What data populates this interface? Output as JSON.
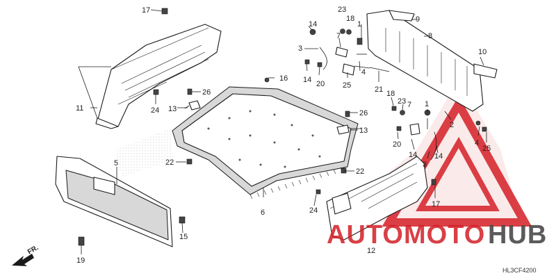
{
  "diagram_code": "HL3CF4200",
  "direction_label": "FR.",
  "watermark": {
    "text_part1": "AUTOMOTO",
    "text_part2": "HUB",
    "colors": {
      "red": "#d31f26",
      "dark": "#4a4a4a",
      "pink": "#f2c7c8"
    }
  },
  "callouts": [
    {
      "id": "c17a",
      "label": "17"
    },
    {
      "id": "c23a",
      "label": "23"
    },
    {
      "id": "c18a",
      "label": "18"
    },
    {
      "id": "c14a",
      "label": "14"
    },
    {
      "id": "c1a",
      "label": "1"
    },
    {
      "id": "c9",
      "label": "9"
    },
    {
      "id": "c7a",
      "label": "7"
    },
    {
      "id": "c3a",
      "label": "3"
    },
    {
      "id": "c8",
      "label": "8"
    },
    {
      "id": "c10",
      "label": "10"
    },
    {
      "id": "c14b",
      "label": "14"
    },
    {
      "id": "c20a",
      "label": "20"
    },
    {
      "id": "c25a",
      "label": "25"
    },
    {
      "id": "c4a",
      "label": "4"
    },
    {
      "id": "c16",
      "label": "16"
    },
    {
      "id": "c26a",
      "label": "26"
    },
    {
      "id": "c11",
      "label": "11"
    },
    {
      "id": "c24a",
      "label": "24"
    },
    {
      "id": "c13a",
      "label": "13"
    },
    {
      "id": "c21",
      "label": "21"
    },
    {
      "id": "c18b",
      "label": "18"
    },
    {
      "id": "c23b",
      "label": "23"
    },
    {
      "id": "c7b",
      "label": "7"
    },
    {
      "id": "c1b",
      "label": "1"
    },
    {
      "id": "c2",
      "label": "2"
    },
    {
      "id": "c26b",
      "label": "26"
    },
    {
      "id": "c13b",
      "label": "13"
    },
    {
      "id": "c4b",
      "label": "4"
    },
    {
      "id": "c25b",
      "label": "25"
    },
    {
      "id": "c20b",
      "label": "20"
    },
    {
      "id": "c14c",
      "label": "14"
    },
    {
      "id": "c14d",
      "label": "14"
    },
    {
      "id": "c3b",
      "label": "3"
    },
    {
      "id": "c22a",
      "label": "22"
    },
    {
      "id": "c22b",
      "label": "22"
    },
    {
      "id": "c5",
      "label": "5"
    },
    {
      "id": "c6",
      "label": "6"
    },
    {
      "id": "c24b",
      "label": "24"
    },
    {
      "id": "c17b",
      "label": "17"
    },
    {
      "id": "c15",
      "label": "15"
    },
    {
      "id": "c19",
      "label": "19"
    },
    {
      "id": "c12",
      "label": "12"
    }
  ]
}
